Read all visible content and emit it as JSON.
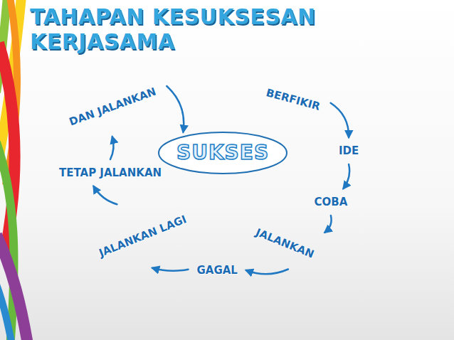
{
  "diagram": {
    "title": "TAHAPAN KESUKSESAN KERJASAMA",
    "nodes": [
      {
        "text": [
          "DAN JALANKAN"
        ]
      },
      {
        "text": [
          "BERFIKIR"
        ]
      },
      {
        "text": [
          "SUKSES"
        ]
      },
      {
        "text": [
          "IDE"
        ]
      },
      {
        "text": [
          "TETAP JALANKAN"
        ]
      },
      {
        "text": [
          "COBA"
        ]
      },
      {
        "text": [
          "JALANKAN LAGI"
        ]
      },
      {
        "text": [
          "JALANKAN"
        ]
      },
      {
        "text": [
          "GAGAL"
        ]
      }
    ],
    "edges": [
      {
        "from": 1,
        "to": 3,
        "arrow": "to"
      },
      {
        "from": 3,
        "to": 5,
        "arrow": "to"
      },
      {
        "from": 5,
        "to": 7,
        "arrow": "to"
      },
      {
        "from": 7,
        "to": 8,
        "arrow": "to"
      },
      {
        "from": 8,
        "to": 6,
        "arrow": "to"
      },
      {
        "from": 6,
        "to": 4,
        "arrow": "to"
      },
      {
        "from": 4,
        "to": 0,
        "arrow": "to"
      },
      {
        "from": 0,
        "to": 2,
        "arrow": "to"
      }
    ]
  }
}
